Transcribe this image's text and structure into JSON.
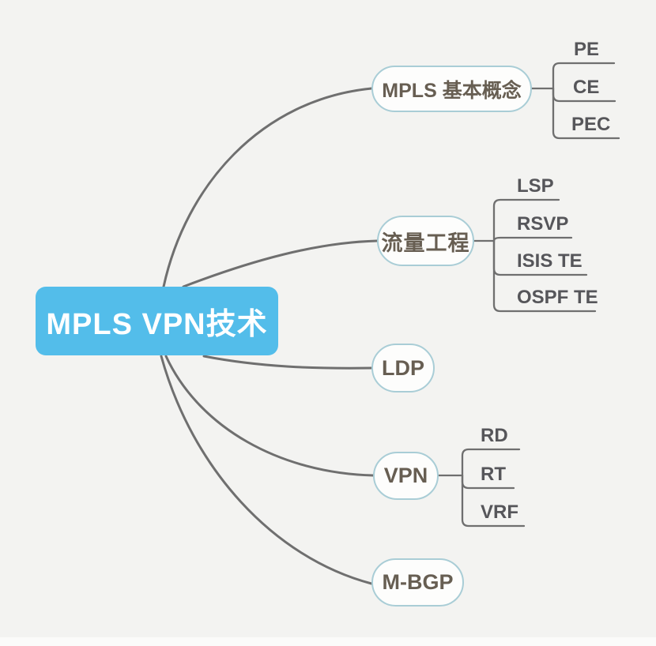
{
  "diagram": {
    "type": "mindmap",
    "root": {
      "label": "MPLS VPN技术"
    },
    "branches": [
      {
        "id": "mpls-basics",
        "label": "MPLS 基本概念",
        "children": [
          "PE",
          "CE",
          "PEC"
        ]
      },
      {
        "id": "traffic-engineering",
        "label": "流量工程",
        "children": [
          "LSP",
          "RSVP",
          "ISIS TE",
          "OSPF TE"
        ]
      },
      {
        "id": "ldp",
        "label": "LDP",
        "children": []
      },
      {
        "id": "vpn",
        "label": "VPN",
        "children": [
          "RD",
          "RT",
          "VRF"
        ]
      },
      {
        "id": "m-bgp",
        "label": "M-BGP",
        "children": []
      }
    ],
    "colors": {
      "background": "#f3f3f1",
      "root_fill": "#53bdea",
      "root_text": "#ffffff",
      "node_fill": "#fdfdfc",
      "node_border": "#a9cdd6",
      "node_text": "#675e52",
      "child_text": "#56565a",
      "connector_line": "#6f6f6f"
    }
  }
}
